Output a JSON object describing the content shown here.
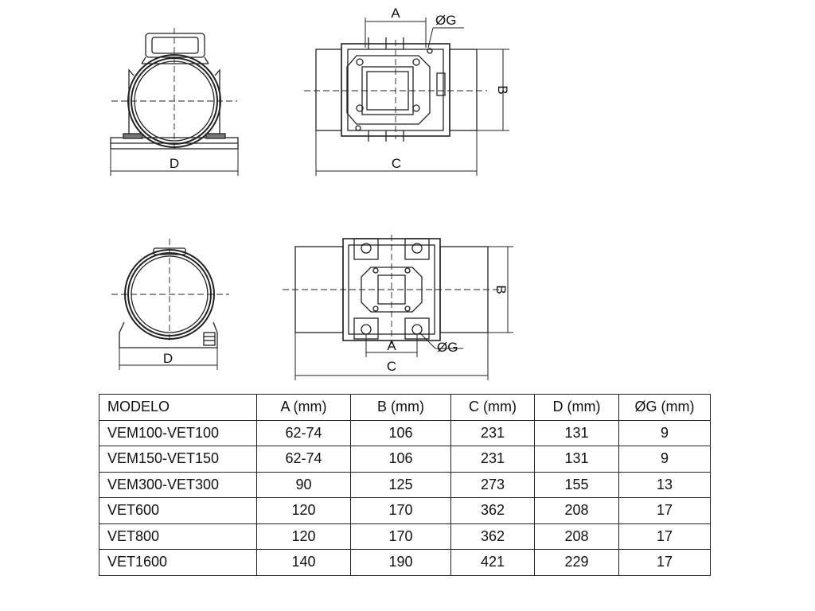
{
  "diagram": {
    "top_front": {
      "dim_label": "D"
    },
    "top_side": {
      "labels": {
        "a": "A",
        "g": "ØG",
        "b": "B",
        "c": "C"
      }
    },
    "bottom_front": {
      "dim_label": "D"
    },
    "bottom_side": {
      "labels": {
        "a": "A",
        "g": "ØG",
        "b": "B",
        "c": "C"
      }
    }
  },
  "table": {
    "headers": [
      "MODELO",
      "A (mm)",
      "B (mm)",
      "C (mm)",
      "D (mm)",
      "ØG (mm)"
    ],
    "rows": [
      [
        "VEM100-VET100",
        "62-74",
        "106",
        "231",
        "131",
        "9"
      ],
      [
        "VEM150-VET150",
        "62-74",
        "106",
        "231",
        "131",
        "9"
      ],
      [
        "VEM300-VET300",
        "90",
        "125",
        "273",
        "155",
        "13"
      ],
      [
        "VET600",
        "120",
        "170",
        "362",
        "208",
        "17"
      ],
      [
        "VET800",
        "120",
        "170",
        "362",
        "208",
        "17"
      ],
      [
        "VET1600",
        "140",
        "190",
        "421",
        "229",
        "17"
      ]
    ]
  }
}
